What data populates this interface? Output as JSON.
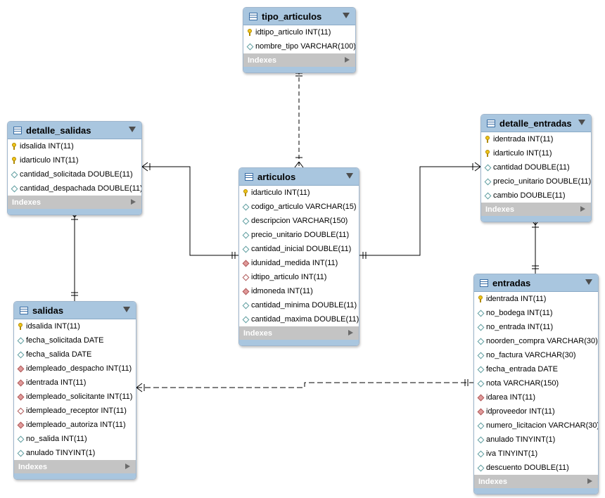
{
  "indexes_label": "Indexes",
  "tables": {
    "tipo_articulos": {
      "name": "tipo_articulos",
      "columns": [
        {
          "icon": "pk",
          "text": "idtipo_articulo INT(11)"
        },
        {
          "icon": "col",
          "text": "nombre_tipo VARCHAR(100)"
        }
      ]
    },
    "detalle_salidas": {
      "name": "detalle_salidas",
      "columns": [
        {
          "icon": "pk",
          "text": "idsalida INT(11)"
        },
        {
          "icon": "pk",
          "text": "idarticulo INT(11)"
        },
        {
          "icon": "col",
          "text": "cantidad_solicitada DOUBLE(11)"
        },
        {
          "icon": "col",
          "text": "cantidad_despachada DOUBLE(11)"
        }
      ]
    },
    "articulos": {
      "name": "articulos",
      "columns": [
        {
          "icon": "pk",
          "text": "idarticulo INT(11)"
        },
        {
          "icon": "col",
          "text": "codigo_articulo VARCHAR(15)"
        },
        {
          "icon": "col",
          "text": "descripcion VARCHAR(150)"
        },
        {
          "icon": "col",
          "text": "precio_unitario DOUBLE(11)"
        },
        {
          "icon": "col",
          "text": "cantidad_inicial DOUBLE(11)"
        },
        {
          "icon": "fk",
          "text": "idunidad_medida INT(11)"
        },
        {
          "icon": "fko",
          "text": "idtipo_articulo INT(11)"
        },
        {
          "icon": "fk",
          "text": "idmoneda INT(11)"
        },
        {
          "icon": "col",
          "text": "cantidad_minima DOUBLE(11)"
        },
        {
          "icon": "col",
          "text": "cantidad_maxima DOUBLE(11)"
        }
      ]
    },
    "detalle_entradas": {
      "name": "detalle_entradas",
      "columns": [
        {
          "icon": "pk",
          "text": "identrada INT(11)"
        },
        {
          "icon": "pk",
          "text": "idarticulo INT(11)"
        },
        {
          "icon": "col",
          "text": "cantidad DOUBLE(11)"
        },
        {
          "icon": "col",
          "text": "precio_unitario DOUBLE(11)"
        },
        {
          "icon": "col",
          "text": "cambio DOUBLE(11)"
        }
      ]
    },
    "salidas": {
      "name": "salidas",
      "columns": [
        {
          "icon": "pk",
          "text": "idsalida INT(11)"
        },
        {
          "icon": "col",
          "text": "fecha_solicitada DATE"
        },
        {
          "icon": "col",
          "text": "fecha_salida DATE"
        },
        {
          "icon": "fk",
          "text": "idempleado_despacho INT(11)"
        },
        {
          "icon": "fk",
          "text": "identrada INT(11)"
        },
        {
          "icon": "fk",
          "text": "idempleado_solicitante INT(11)"
        },
        {
          "icon": "fko",
          "text": "idempleado_receptor INT(11)"
        },
        {
          "icon": "fk",
          "text": "idempleado_autoriza INT(11)"
        },
        {
          "icon": "col",
          "text": "no_salida INT(11)"
        },
        {
          "icon": "col",
          "text": "anulado TINYINT(1)"
        }
      ]
    },
    "entradas": {
      "name": "entradas",
      "columns": [
        {
          "icon": "pk",
          "text": "identrada INT(11)"
        },
        {
          "icon": "col",
          "text": "no_bodega INT(11)"
        },
        {
          "icon": "col",
          "text": "no_entrada INT(11)"
        },
        {
          "icon": "col",
          "text": "noorden_compra VARCHAR(30)"
        },
        {
          "icon": "col",
          "text": "no_factura VARCHAR(30)"
        },
        {
          "icon": "col",
          "text": "fecha_entrada DATE"
        },
        {
          "icon": "col",
          "text": "nota VARCHAR(150)"
        },
        {
          "icon": "fk",
          "text": "idarea INT(11)"
        },
        {
          "icon": "fk",
          "text": "idproveedor INT(11)"
        },
        {
          "icon": "col",
          "text": "numero_licitacion VARCHAR(30)"
        },
        {
          "icon": "col",
          "text": "anulado TINYINT(1)"
        },
        {
          "icon": "col",
          "text": "iva TINYINT(1)"
        },
        {
          "icon": "col",
          "text": "descuento DOUBLE(11)"
        }
      ]
    }
  }
}
